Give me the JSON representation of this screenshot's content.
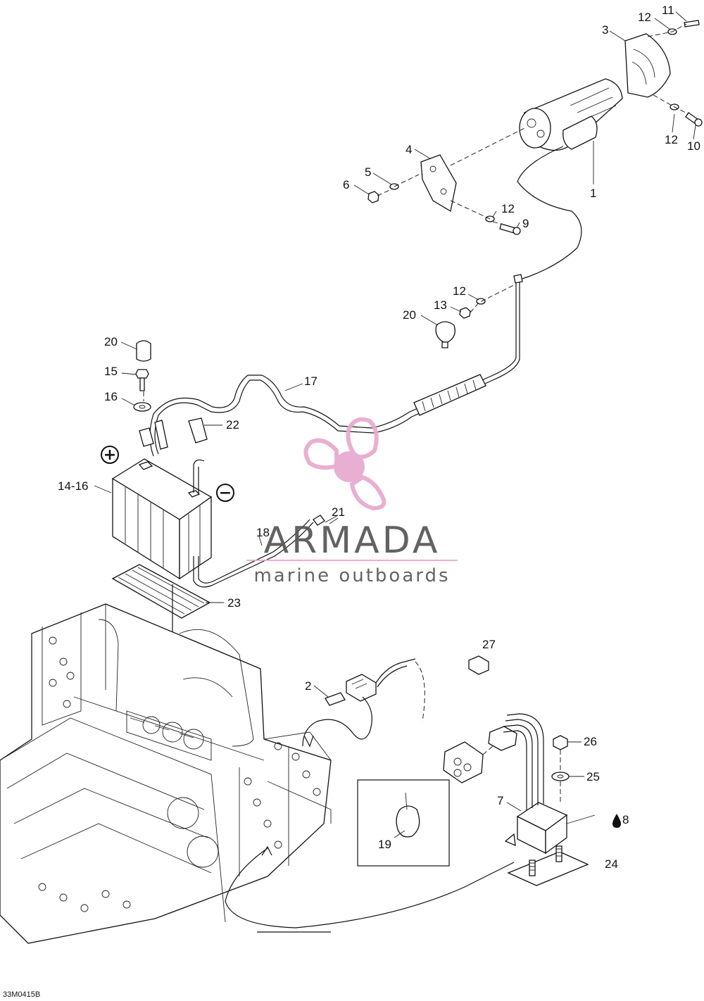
{
  "watermark": {
    "title": "ARMADA",
    "subtitle": "marine outboards",
    "title_color": "#555555",
    "accent_color": "#e8a9cf",
    "logo_icon": "propeller-logo-icon"
  },
  "drawing_code": "33M0415B",
  "symbols": {
    "plus": "+",
    "minus": "−"
  },
  "part_labels": {
    "p1": "1",
    "p2": "2",
    "p3": "3",
    "p4": "4",
    "p5": "5",
    "p6": "6",
    "p7": "7",
    "p8": "8",
    "p9": "9",
    "p10": "10",
    "p11": "11",
    "p12a": "12",
    "p12b": "12",
    "p12c": "12",
    "p12d": "12",
    "p13": "13",
    "p14_16": "14-16",
    "p15": "15",
    "p16": "16",
    "p17": "17",
    "p18": "18",
    "p19": "19",
    "p20a": "20",
    "p20b": "20",
    "p21": "21",
    "p22": "22",
    "p23": "23",
    "p24": "24",
    "p25": "25",
    "p26": "26",
    "p27": "27"
  }
}
